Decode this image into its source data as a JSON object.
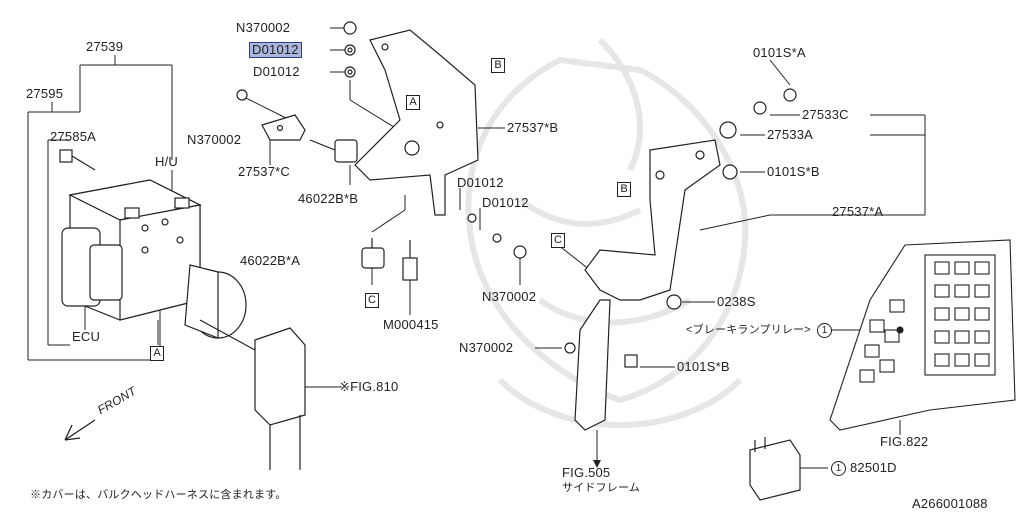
{
  "labels": {
    "n370002_top": "N370002",
    "d01012_hl": "D01012",
    "d01012_b": "D01012",
    "p27539": "27539",
    "p27595": "27595",
    "p27585a": "27585A",
    "hu": "H/U",
    "ecu": "ECU",
    "n370002_left": "N370002",
    "p27537c": "27537*C",
    "p46022bb": "46022B*B",
    "p46022ba": "46022B*A",
    "m000415": "M000415",
    "d01012_c": "D01012",
    "d01012_d": "D01012",
    "n370002_mid": "N370002",
    "p27537b": "27537*B",
    "p0101sa": "0101S*A",
    "p27533c": "27533C",
    "p27533a": "27533A",
    "p0101sb_top": "0101S*B",
    "p27537a": "27537*A",
    "p0238s": "0238S",
    "brake_relay": "<ブレーキランプリレー>",
    "n370002_low": "N370002",
    "p0101sb_low": "0101S*B",
    "fig810": "※FIG.810",
    "fig505": "FIG.505",
    "side_frame": "サイドフレーム",
    "fig822": "FIG.822",
    "p82501d": "82501D",
    "front": "FRONT",
    "footnote": "※カバーは、バルクヘッドハーネスに含まれます。",
    "diagram_id": "A266001088"
  },
  "refs": {
    "A": "A",
    "B": "B",
    "C": "C",
    "one": "1"
  },
  "colors": {
    "highlight": "#aab6dd",
    "watermark": "#e6e6e6",
    "line": "#222222"
  }
}
